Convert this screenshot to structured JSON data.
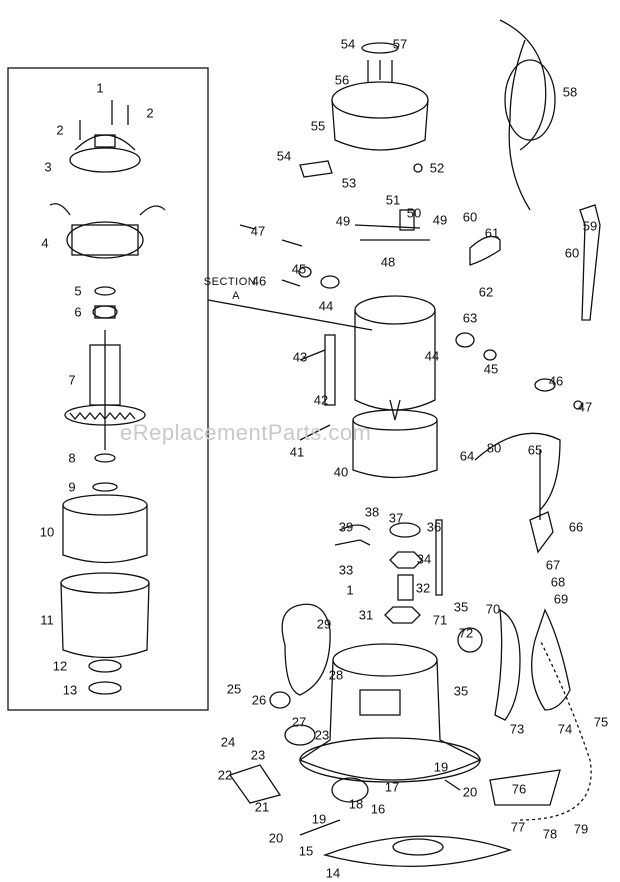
{
  "watermark": "eReplacementParts.com",
  "section": {
    "line1": "SECTION",
    "line2": "A"
  },
  "callouts": [
    "1",
    "2",
    "2",
    "3",
    "4",
    "5",
    "6",
    "7",
    "8",
    "9",
    "10",
    "11",
    "12",
    "13",
    "54",
    "57",
    "56",
    "58",
    "55",
    "52",
    "54",
    "53",
    "51",
    "49",
    "50",
    "49",
    "60",
    "47",
    "48",
    "61",
    "59",
    "46",
    "45",
    "44",
    "62",
    "63",
    "44",
    "45",
    "60",
    "43",
    "42",
    "46",
    "47",
    "41",
    "40",
    "80",
    "65",
    "64",
    "38",
    "37",
    "36",
    "39",
    "34",
    "33",
    "1",
    "32",
    "31",
    "35",
    "71",
    "72",
    "70",
    "29",
    "28",
    "35",
    "66",
    "67",
    "68",
    "69",
    "25",
    "26",
    "27",
    "23",
    "24",
    "23",
    "22",
    "73",
    "74",
    "75",
    "19",
    "17",
    "18",
    "76",
    "20",
    "16",
    "21",
    "19",
    "20",
    "77",
    "78",
    "79",
    "15",
    "14"
  ]
}
